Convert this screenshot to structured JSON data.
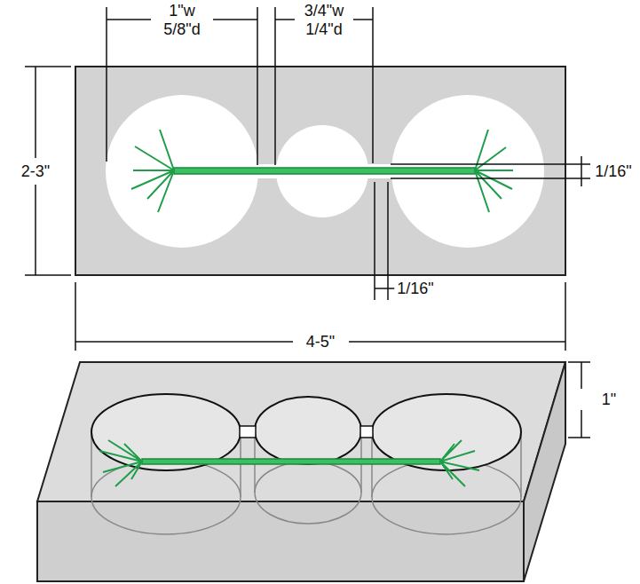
{
  "diagram": {
    "labels": [
      "1\"w",
      "5/8\"d",
      "3/4\"w",
      "1/4\"d",
      "2-3\"",
      "1/16\"",
      "1/16\"",
      "4-5\"",
      "1\""
    ]
  }
}
